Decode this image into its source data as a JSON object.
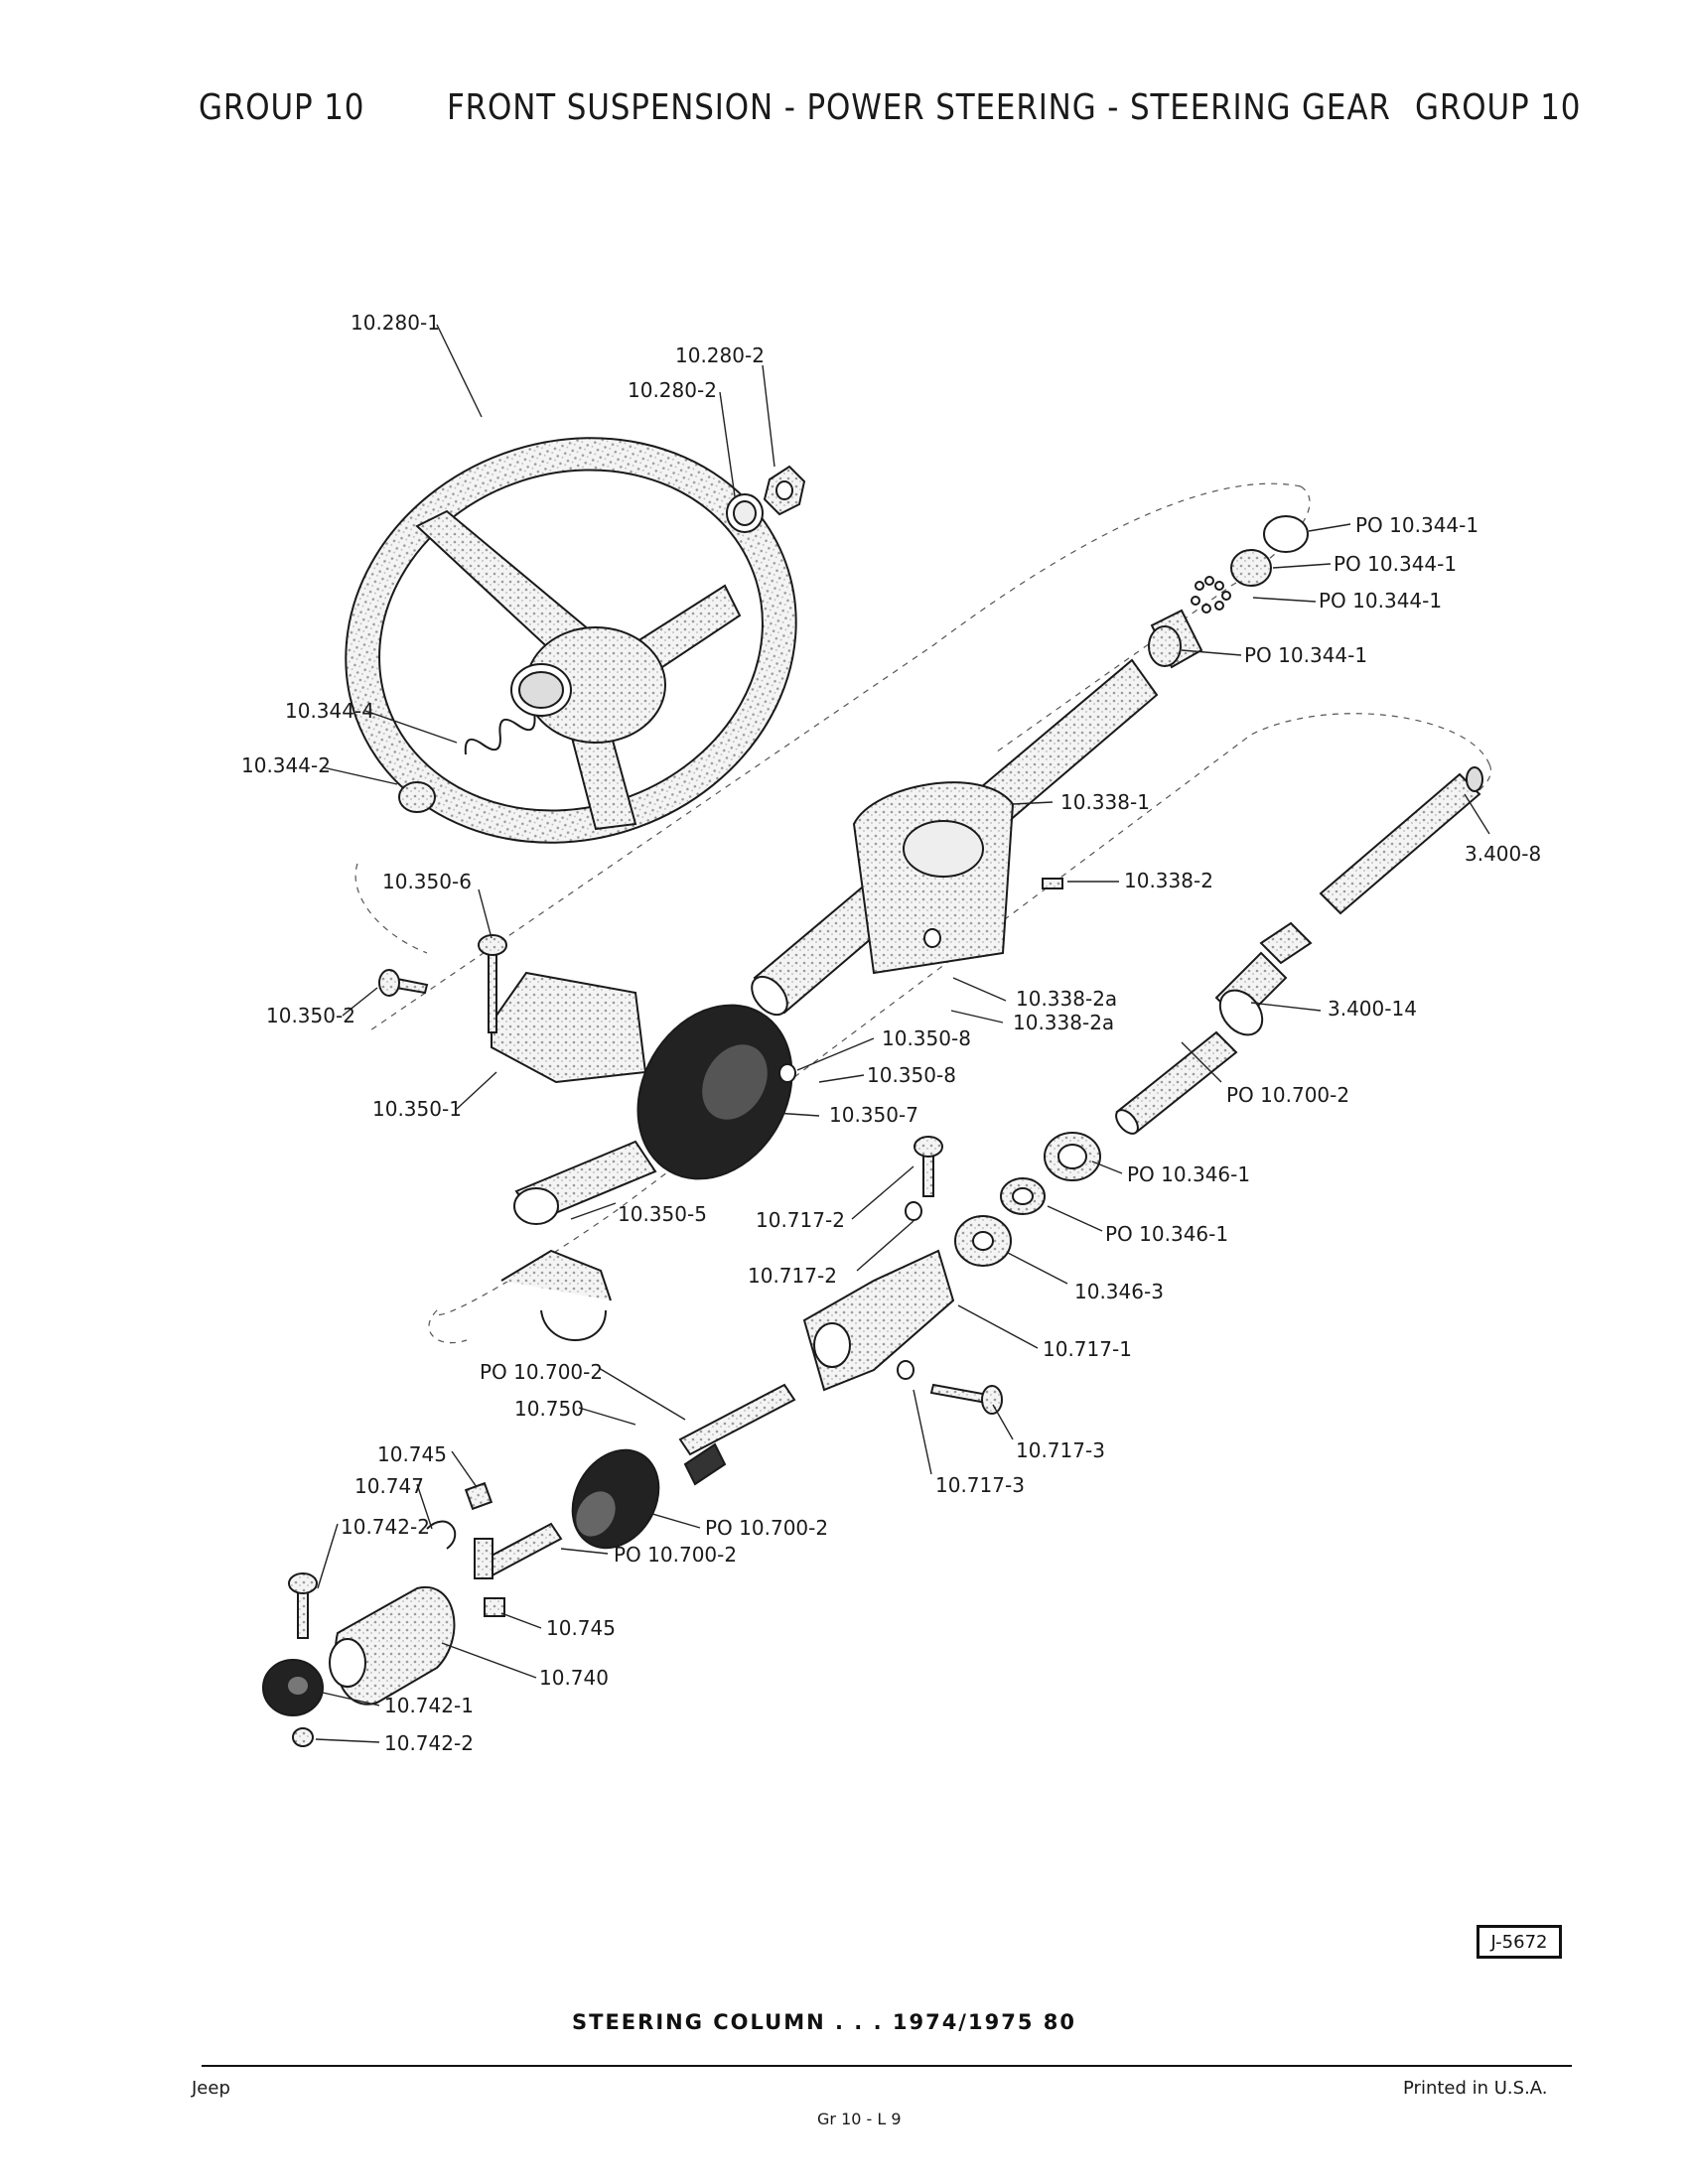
{
  "header": {
    "group_left": "GROUP 10",
    "title": "FRONT SUSPENSION - POWER STEERING - STEERING GEAR",
    "group_right": "GROUP 10"
  },
  "callouts": [
    "10.280-1",
    "10.280-2",
    "10.280-2",
    "PO 10.344-1",
    "PO 10.344-1",
    "PO 10.344-1",
    "PO 10.344-1",
    "10.344-4",
    "10.344-2",
    "10.338-1",
    "10.338-2",
    "3.400-8",
    "10.350-6",
    "10.350-2",
    "10.338-2a",
    "10.338-2a",
    "3.400-14",
    "10.350-8",
    "10.350-8",
    "10.350-1",
    "10.350-7",
    "PO 10.700-2",
    "PO 10.346-1",
    "10.717-2",
    "PO 10.346-1",
    "10.350-5",
    "10.717-2",
    "10.346-3",
    "10.717-1",
    "PO 10.700-2",
    "10.750",
    "10.717-3",
    "10.717-3",
    "10.745",
    "10.747",
    "10.742-2",
    "PO 10.700-2",
    "PO 10.700-2",
    "10.745",
    "10.740",
    "10.742-1",
    "10.742-2"
  ],
  "figure_ref": "J-5672",
  "caption": "STEERING COLUMN . . . 1974/1975 80",
  "footer": {
    "left": "Jeep",
    "center": "Gr 10 - L 9",
    "right": "Printed in U.S.A."
  }
}
